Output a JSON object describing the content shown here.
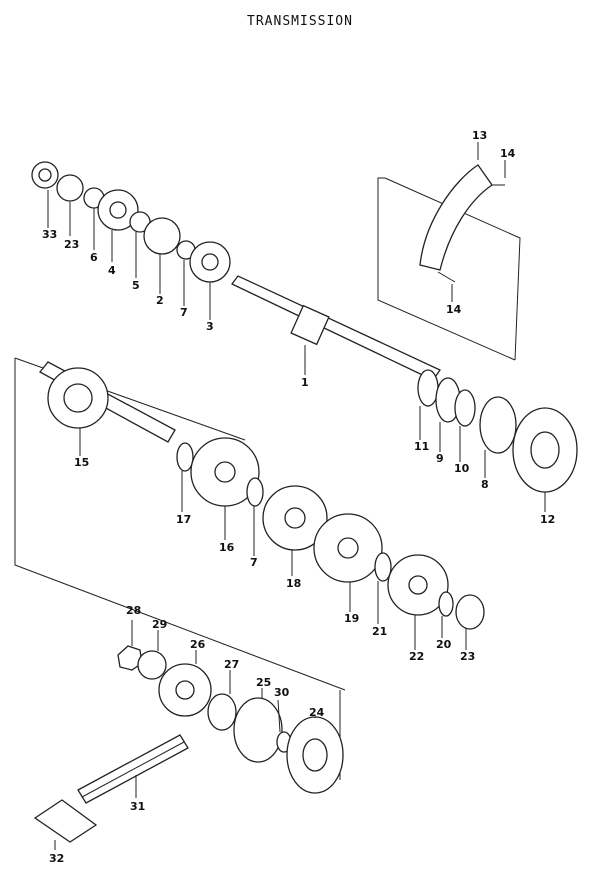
{
  "title": "TRANSMISSION",
  "callouts": [
    "1",
    "2",
    "3",
    "4",
    "5",
    "6",
    "7",
    "8",
    "9",
    "10",
    "11",
    "12",
    "13",
    "14",
    "15",
    "16",
    "17",
    "18",
    "19",
    "20",
    "21",
    "22",
    "23",
    "24",
    "25",
    "26",
    "27",
    "28",
    "29",
    "30",
    "31",
    "32",
    "33"
  ]
}
